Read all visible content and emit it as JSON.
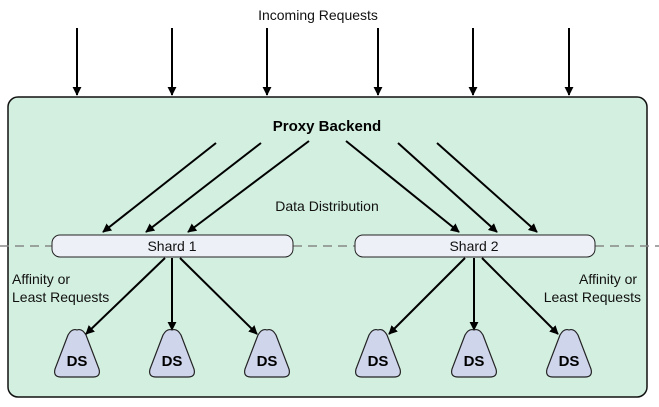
{
  "incoming_label": "Incoming Requests",
  "backend": {
    "title": "Proxy Backend",
    "distribution_label": "Data Distribution",
    "affinity_left": [
      "Affinity or",
      "Least Requests"
    ],
    "affinity_right": [
      "Affinity or",
      "Least Requests"
    ]
  },
  "shards": [
    {
      "label": "Shard 1",
      "ds": [
        "DS",
        "DS",
        "DS"
      ]
    },
    {
      "label": "Shard 2",
      "ds": [
        "DS",
        "DS",
        "DS"
      ]
    }
  ],
  "colors": {
    "container_fill": "#d3efe0",
    "container_stroke": "#111111",
    "shard_fill": "#eef0f8",
    "ds_fill": "#cfd6ec",
    "arrow": "#000000",
    "dashed": "#888888"
  }
}
